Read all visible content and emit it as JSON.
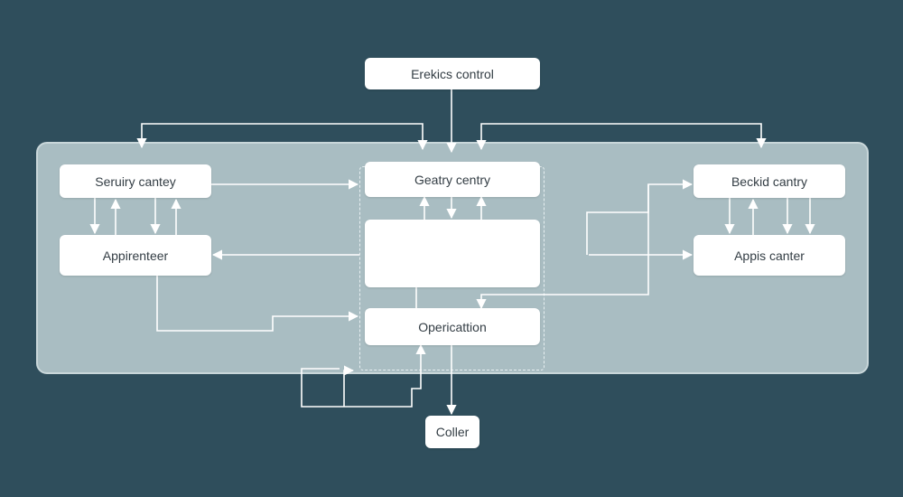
{
  "colors": {
    "background": "#2f4e5c",
    "panel": "#a9bdc2",
    "node": "#ffffff",
    "connector": "#ffffff",
    "text": "#333d44"
  },
  "nodes": {
    "top_control": "Erekics control",
    "left_top": "Seruiry cantey",
    "left_bottom": "Appirenteer",
    "center_top": "Geatry centry",
    "center_middle": "",
    "center_bottom": "Opericattion",
    "right_top": "Beckid cantry",
    "right_bottom": "Appis canter",
    "bottom": "Coller"
  }
}
